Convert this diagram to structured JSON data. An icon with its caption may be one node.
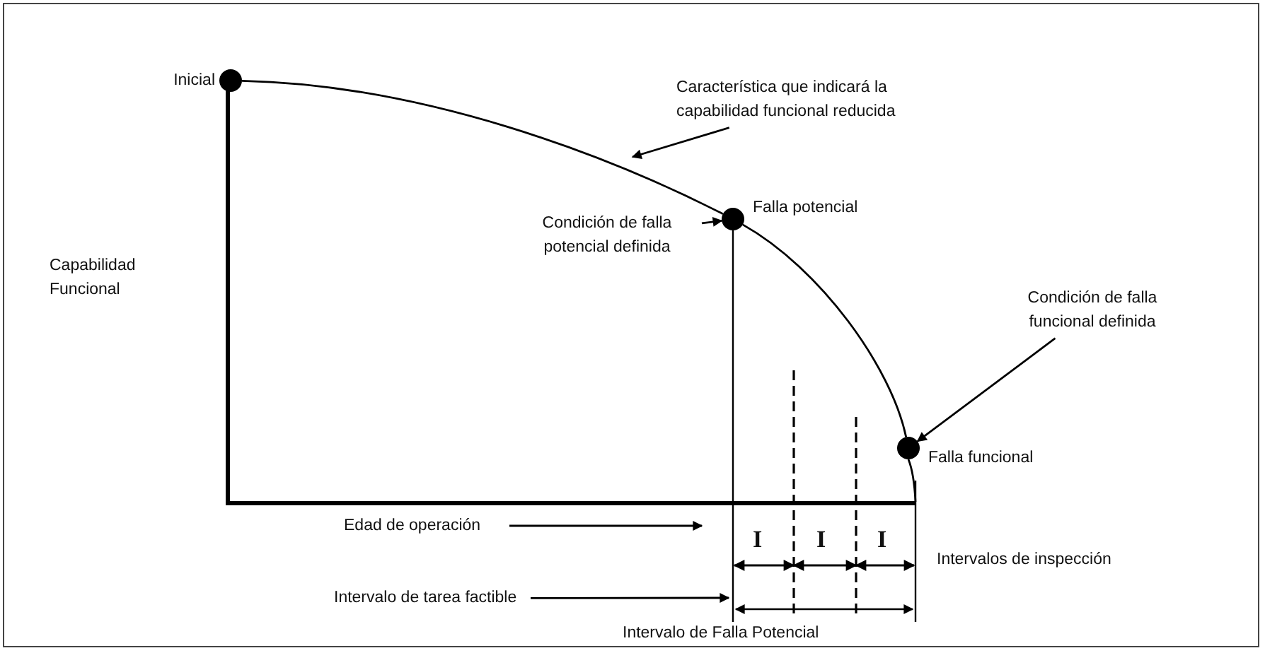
{
  "diagram": {
    "nodes": [
      {
        "text": [],
        "shape": "circle",
        "beside": [
          "Inicial"
        ]
      },
      {
        "text": [],
        "shape": "circle",
        "beside": [
          "Falla potencial"
        ]
      },
      {
        "text": [],
        "shape": "circle",
        "beside": [
          "Falla funcional"
        ]
      },
      {
        "text": [
          "Característica que indicará la capabilidad funcional reducida"
        ]
      },
      {
        "text": [
          "Condición de falla potencial definida"
        ]
      },
      {
        "text": [
          "Condición de falla funcional definida"
        ]
      },
      {
        "text": [
          "Intervalo de tarea factible"
        ]
      }
    ],
    "edges": [
      {
        "from": 0,
        "to": 1,
        "arrow": "none"
      },
      {
        "from": 1,
        "to": 2,
        "arrow": "none"
      },
      {
        "from": 3,
        "to": null,
        "arrow": "to"
      },
      {
        "from": 4,
        "to": 1,
        "arrow": "to"
      },
      {
        "from": 5,
        "to": 2,
        "arrow": "to"
      },
      {
        "from": 6,
        "to": null,
        "arrow": "to"
      }
    ],
    "labels": [
      "Capabilidad Funcional",
      "Edad de operación",
      "I",
      "I",
      "I",
      "Intervalos de inspección",
      "Intervalo de Falla Potencial"
    ]
  }
}
